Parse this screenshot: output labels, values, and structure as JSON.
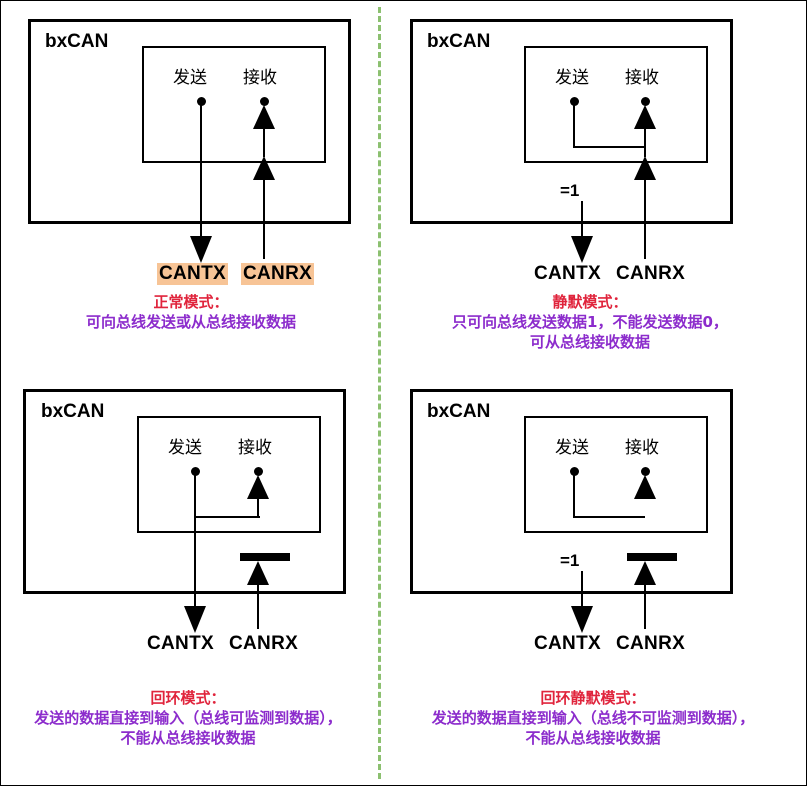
{
  "figure": {
    "block_label": "bxCAN",
    "tx_label": "发送",
    "rx_label": "接收",
    "eq_one_label": "=1",
    "pin_tx": "CANTX",
    "pin_rx": "CANRX",
    "divider_color": "#8cc070",
    "highlight_color": "#f7c496",
    "title_color": "#e0243c",
    "body_color": "#8c2ccc"
  },
  "panels": [
    {
      "id": "normal-mode",
      "block_label": "bxCAN",
      "tx_label": "发送",
      "rx_label": "接收",
      "pin_tx": "CANTX",
      "pin_rx": "CANRX",
      "caption_title": "正常模式：",
      "caption_lines": [
        "可向总线发送或从总线接收数据"
      ]
    },
    {
      "id": "silent-mode",
      "block_label": "bxCAN",
      "tx_label": "发送",
      "rx_label": "接收",
      "eq_one_label": "=1",
      "pin_tx": "CANTX",
      "pin_rx": "CANRX",
      "caption_title": "静默模式：",
      "caption_lines": [
        "只可向总线发送数据1，不能发送数据0，",
        "可从总线接收数据"
      ]
    },
    {
      "id": "loopback-mode",
      "block_label": "bxCAN",
      "tx_label": "发送",
      "rx_label": "接收",
      "pin_tx": "CANTX",
      "pin_rx": "CANRX",
      "caption_title": "回环模式：",
      "caption_lines": [
        "发送的数据直接到输入（总线可监测到数据），",
        "不能从总线接收数据"
      ]
    },
    {
      "id": "loopback-silent-mode",
      "block_label": "bxCAN",
      "tx_label": "发送",
      "rx_label": "接收",
      "eq_one_label": "=1",
      "pin_tx": "CANTX",
      "pin_rx": "CANRX",
      "caption_title": "回环静默模式：",
      "caption_lines": [
        "发送的数据直接到输入（总线不可监测到数据），",
        "不能从总线接收数据"
      ]
    }
  ]
}
